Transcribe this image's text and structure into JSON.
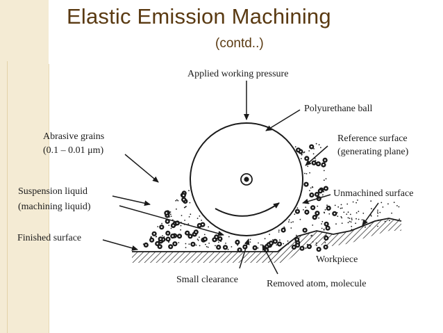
{
  "slide": {
    "title": "Elastic Emission Machining",
    "subtitle": "(contd..)"
  },
  "diagram": {
    "labels": {
      "applied_pressure": "Applied working pressure",
      "polyurethane_ball": "Polyurethane ball",
      "abrasive_grains_line1": "Abrasive grains",
      "abrasive_grains_line2": "(0.1 – 0.01 μm)",
      "reference_surface_line1": "Reference surface",
      "reference_surface_line2": "(generating plane)",
      "suspension_liquid_line1": "Suspension liquid",
      "suspension_liquid_line2": "(machining liquid)",
      "unmachined_surface": "Unmachined surface",
      "finished_surface": "Finished surface",
      "workpiece": "Workpiece",
      "small_clearance": "Small clearance",
      "removed_atom": "Removed atom, molecule"
    }
  },
  "colors": {
    "title": "#5a3a12",
    "frame": "#f4ebd4",
    "ink": "#1a1a1a"
  }
}
